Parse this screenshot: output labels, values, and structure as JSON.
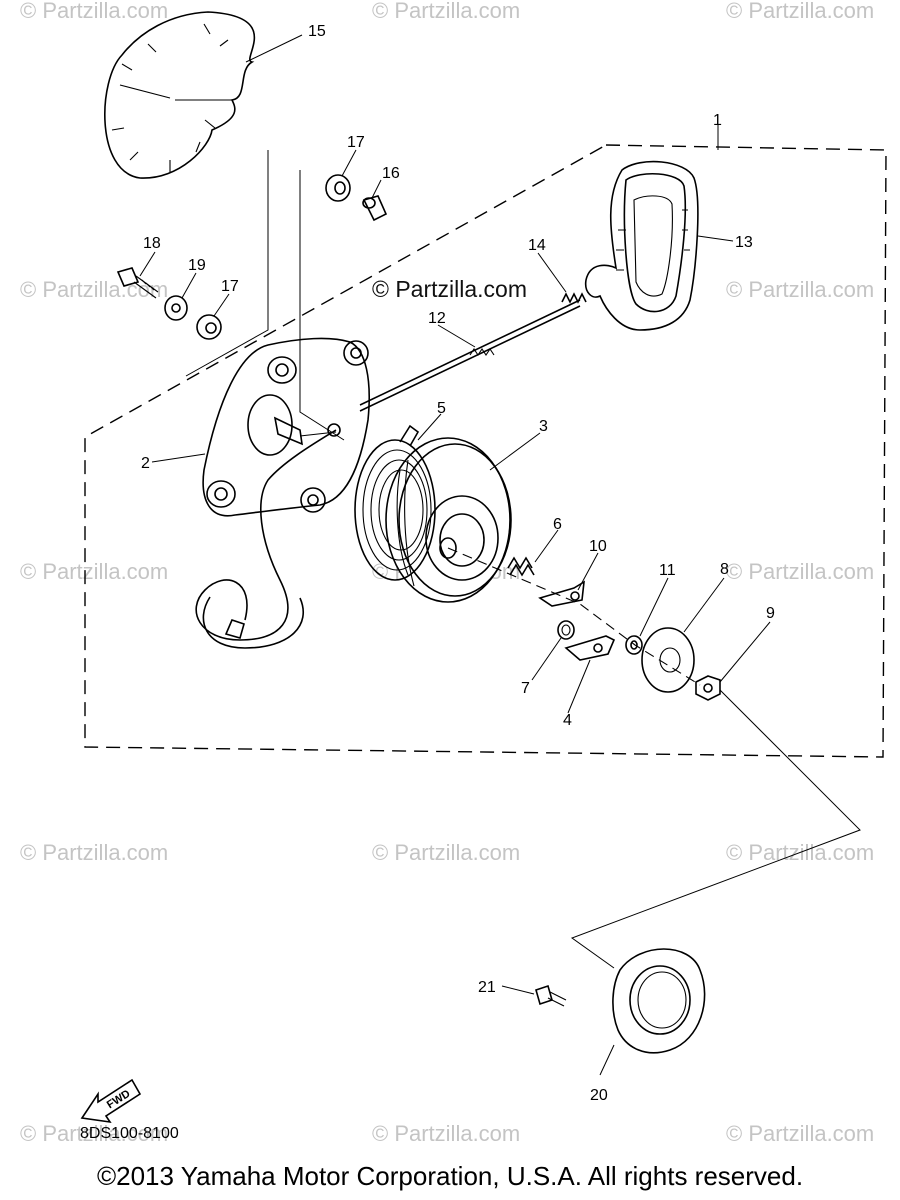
{
  "watermark": "© Partzilla.com",
  "diagram_code": "8DS100-8100",
  "fwd_label": "FWD",
  "copyright": "©2013  Yamaha Motor Corporation, U.S.A. All rights reserved.",
  "callouts": {
    "c1": "1",
    "c2": "2",
    "c3": "3",
    "c4": "4",
    "c5": "5",
    "c6": "6",
    "c7": "7",
    "c8": "8",
    "c9": "9",
    "c10": "10",
    "c11": "11",
    "c12": "12",
    "c13": "13",
    "c14": "14",
    "c15": "15",
    "c16": "16",
    "c17a": "17",
    "c17b": "17",
    "c18": "18",
    "c19": "19",
    "c20": "20",
    "c21": "21"
  }
}
